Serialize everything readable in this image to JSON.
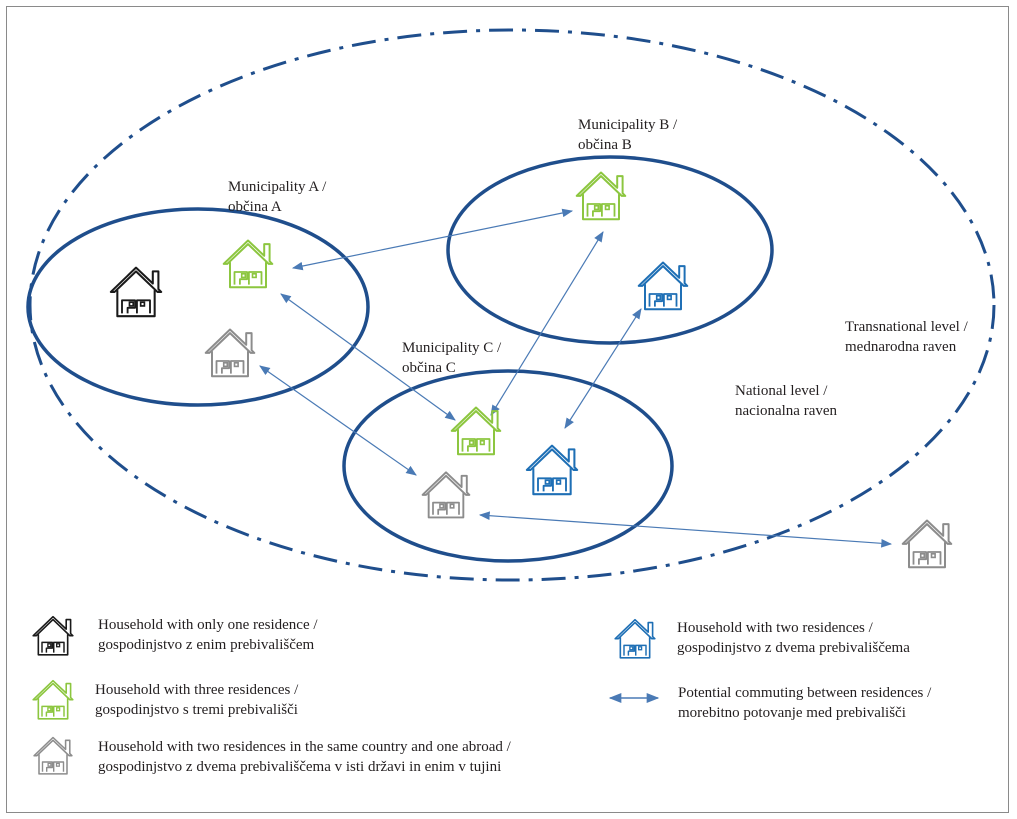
{
  "colors": {
    "boundary": "#1f4e8c",
    "arrow": "#4a7ab5",
    "black_house": "#1a1a1a",
    "green_house": "#8cc63f",
    "blue_house": "#1e6fb5",
    "grey_house": "#8c8c8c"
  },
  "labels": {
    "municipality_a_line1": "Municipality A /",
    "municipality_a_line2": "občina A",
    "municipality_b_line1": "Municipality B /",
    "municipality_b_line2": "občina B",
    "municipality_c_line1": "Municipality C /",
    "municipality_c_line2": "občina C",
    "national_line1": "National level /",
    "national_line2": "nacionalna raven",
    "transnational_line1": "Transnational level /",
    "transnational_line2": "mednarodna raven"
  },
  "icons": {
    "house": "house-icon",
    "commute_arrow": "double-arrow-icon"
  },
  "legend": {
    "one_residence_line1": "Household with only one residence /",
    "one_residence_line2": "gospodinjstvo z enim prebivališčem",
    "two_residences_line1": "Household with two residences /",
    "two_residences_line2": "gospodinjstvo z dvema prebivališčema",
    "three_residences_line1": "Household with three residences /",
    "three_residences_line2": "gospodinjstvo s tremi prebivališči",
    "commuting_line1": "Potential commuting between residences /",
    "commuting_line2": "morebitno potovanje med prebivališči",
    "abroad_line1": "Household with two residences in the same country and one abroad /",
    "abroad_line2": "gospodinjstvo z dvema prebivališčema v isti državi in enim v tujini"
  }
}
